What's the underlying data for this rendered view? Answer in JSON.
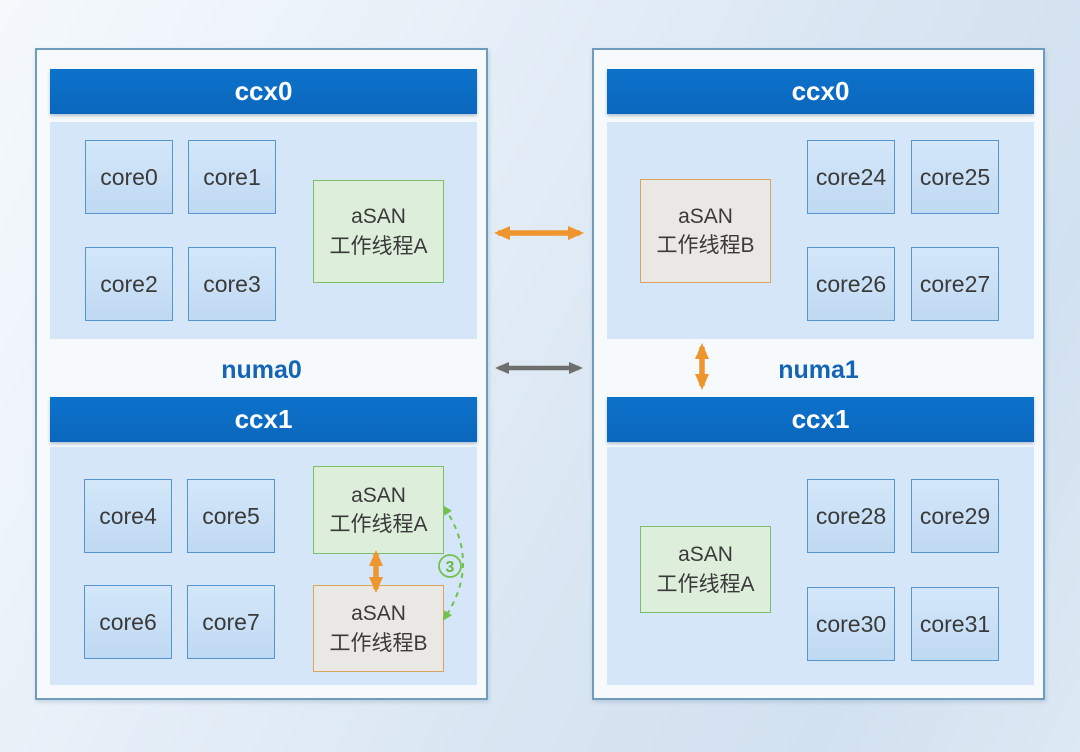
{
  "palette": {
    "header_blue": "#0b6cc4",
    "numa_text": "#1465b4",
    "node_border": "#6f9cba",
    "panel_fill": "#d5e6f8",
    "core_fill": "#c9def4",
    "core_border": "#5595d0",
    "green_thread_fill": "#ddeeda",
    "green_thread_border": "#7cbf6a",
    "tan_thread_fill": "#e9e8e4",
    "tan_thread_border": "#d9a45b",
    "orange_arrow": "#ef952d",
    "gray_arrow": "#6e6e6e",
    "green_dashed_arrow": "#72c14e"
  },
  "nodes": [
    {
      "label": "numa0",
      "ccx": [
        {
          "label": "ccx0",
          "cores": [
            "core0",
            "core1",
            "core2",
            "core3"
          ],
          "threads": [
            {
              "line1": "aSAN",
              "line2": "工作线程A",
              "kind": "green"
            }
          ]
        },
        {
          "label": "ccx1",
          "cores": [
            "core4",
            "core5",
            "core6",
            "core7"
          ],
          "threads": [
            {
              "line1": "aSAN",
              "line2": "工作线程A",
              "kind": "green"
            },
            {
              "line1": "aSAN",
              "line2": "工作线程B",
              "kind": "tan"
            }
          ]
        }
      ]
    },
    {
      "label": "numa1",
      "ccx": [
        {
          "label": "ccx0",
          "cores": [
            "core24",
            "core25",
            "core26",
            "core27"
          ],
          "threads": [
            {
              "line1": "aSAN",
              "line2": "工作线程B",
              "kind": "tan"
            }
          ]
        },
        {
          "label": "ccx1",
          "cores": [
            "core28",
            "core29",
            "core30",
            "core31"
          ],
          "threads": [
            {
              "line1": "aSAN",
              "line2": "工作线程A",
              "kind": "green"
            }
          ]
        }
      ]
    }
  ],
  "annotations": {
    "step_label": "3"
  }
}
